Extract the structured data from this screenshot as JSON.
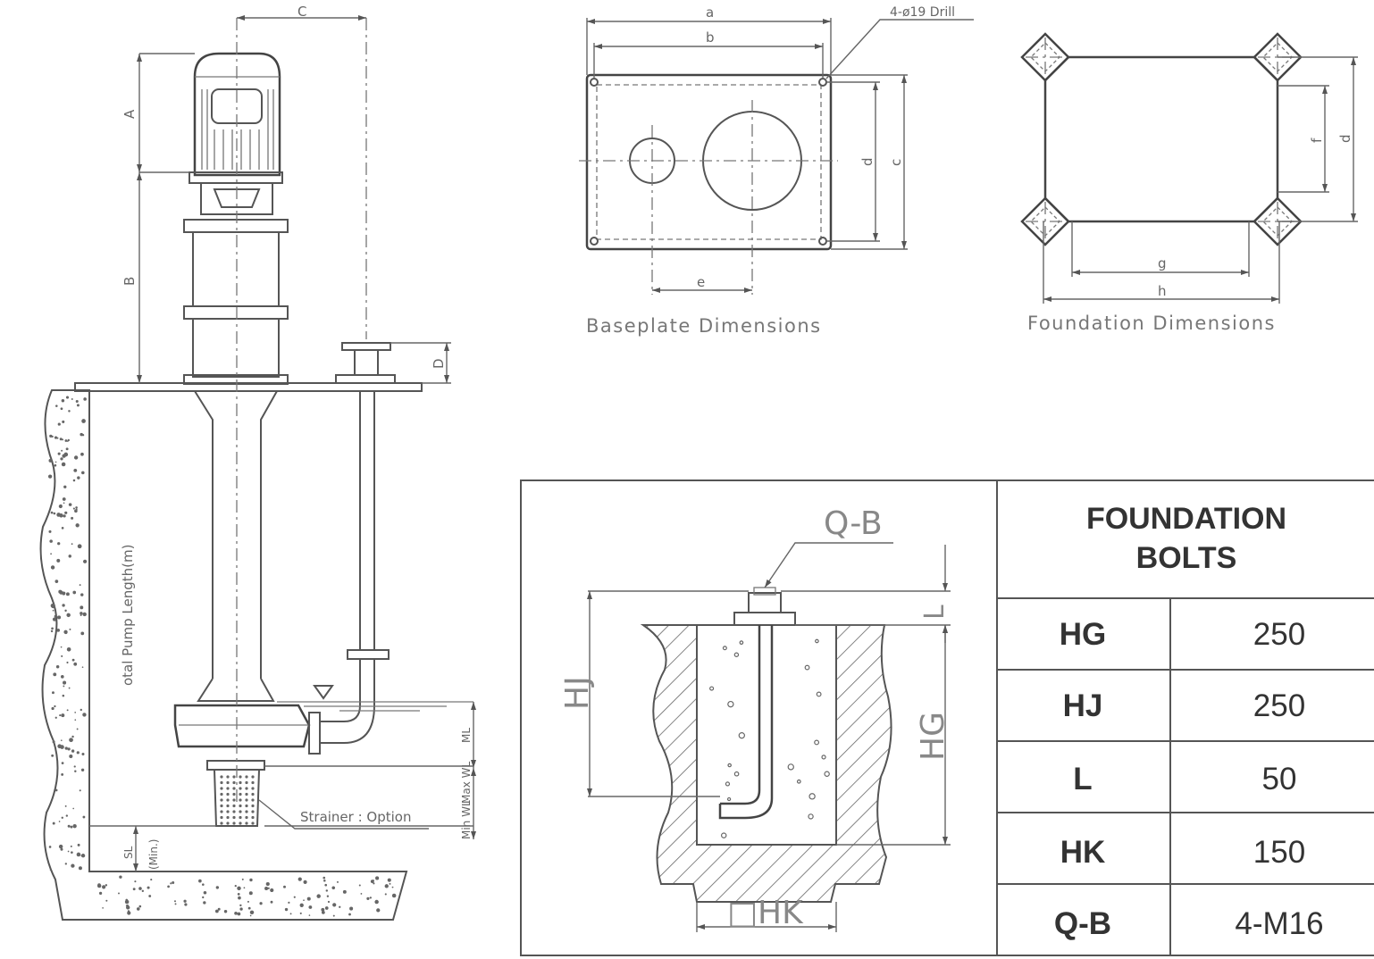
{
  "pump_view": {
    "dim_C": "C",
    "dim_A": "A",
    "dim_B": "B",
    "dim_D": "D",
    "total_length_label": "otal Pump Length(m)",
    "ml_label": "ML",
    "mwl_label": "Max WL",
    "min_label": "Min WL",
    "sl_label": "SL",
    "sl_sub_label": "(Min.)",
    "strainer_label": "Strainer : Option"
  },
  "baseplate": {
    "dim_a": "a",
    "dim_b": "b",
    "dim_c": "c",
    "dim_d": "d",
    "dim_e": "e",
    "drill_label": "4-ø19 Drill",
    "caption": "Baseplate  Dimensions"
  },
  "foundation": {
    "dim_g": "g",
    "dim_h": "h",
    "dim_f": "f",
    "dim_d": "d",
    "caption": "Foundation  Dimensions"
  },
  "bolt_detail": {
    "qb_label": "Q-B",
    "hj_label": "HJ",
    "hg_label": "HG",
    "l_label": "L",
    "hk_label": "□HK"
  },
  "bolts_table": {
    "title_line1": "FOUNDATION",
    "title_line2": "BOLTS",
    "rows": [
      {
        "key": "HG",
        "value": "250"
      },
      {
        "key": "HJ",
        "value": "250"
      },
      {
        "key": "L",
        "value": "50"
      },
      {
        "key": "HK",
        "value": "150"
      },
      {
        "key": "Q-B",
        "value": "4-M16"
      }
    ]
  }
}
